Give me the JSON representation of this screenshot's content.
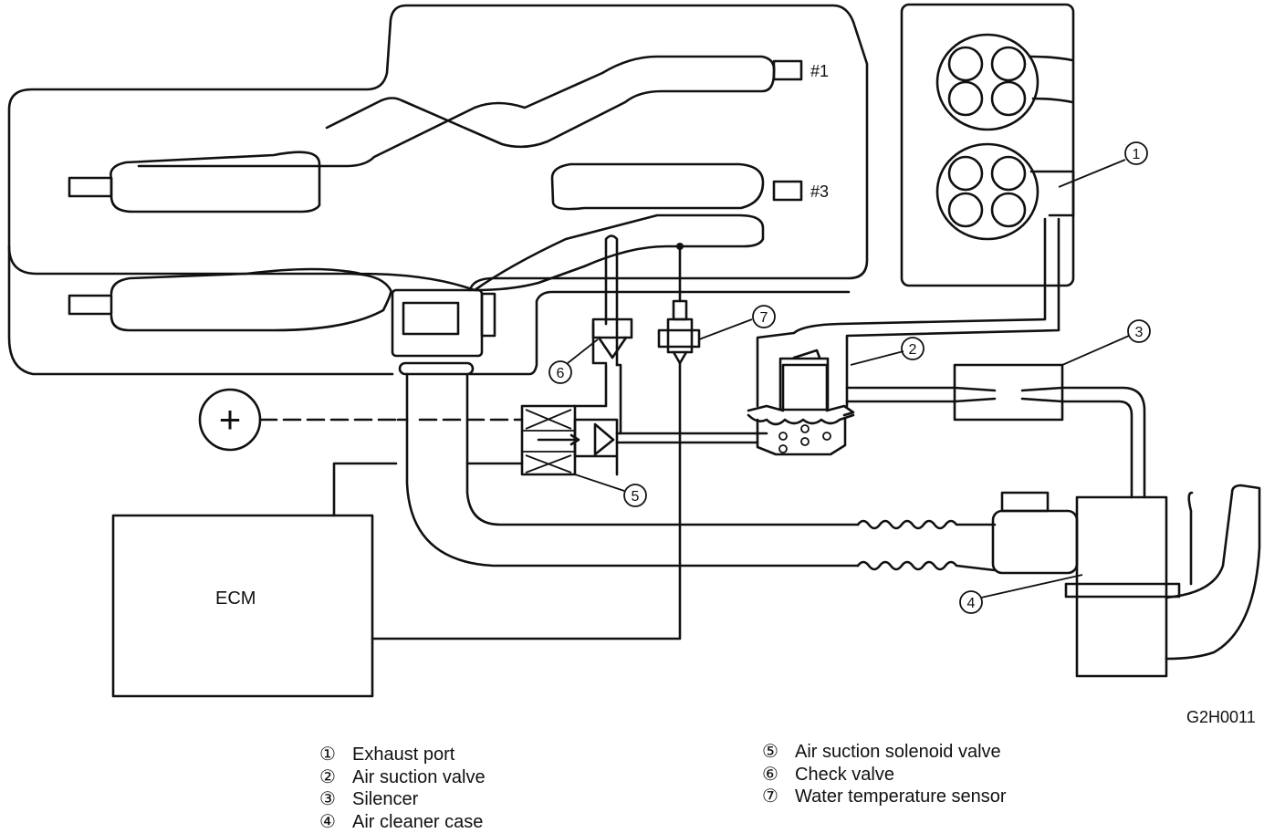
{
  "diagram": {
    "labels": {
      "cyl1": "#1",
      "cyl3": "#3",
      "ecm": "ECM",
      "battery": "+",
      "figure_code": "G2H0011"
    },
    "callouts": [
      "①",
      "②",
      "③",
      "④",
      "⑤",
      "⑥",
      "⑦"
    ],
    "legend_left": [
      {
        "num": "①",
        "text": "Exhaust port"
      },
      {
        "num": "②",
        "text": "Air suction valve"
      },
      {
        "num": "③",
        "text": "Silencer"
      },
      {
        "num": "④",
        "text": "Air cleaner case"
      }
    ],
    "legend_right": [
      {
        "num": "⑤",
        "text": "Air suction solenoid valve"
      },
      {
        "num": "⑥",
        "text": "Check valve"
      },
      {
        "num": "⑦",
        "text": "Water temperature sensor"
      }
    ]
  }
}
